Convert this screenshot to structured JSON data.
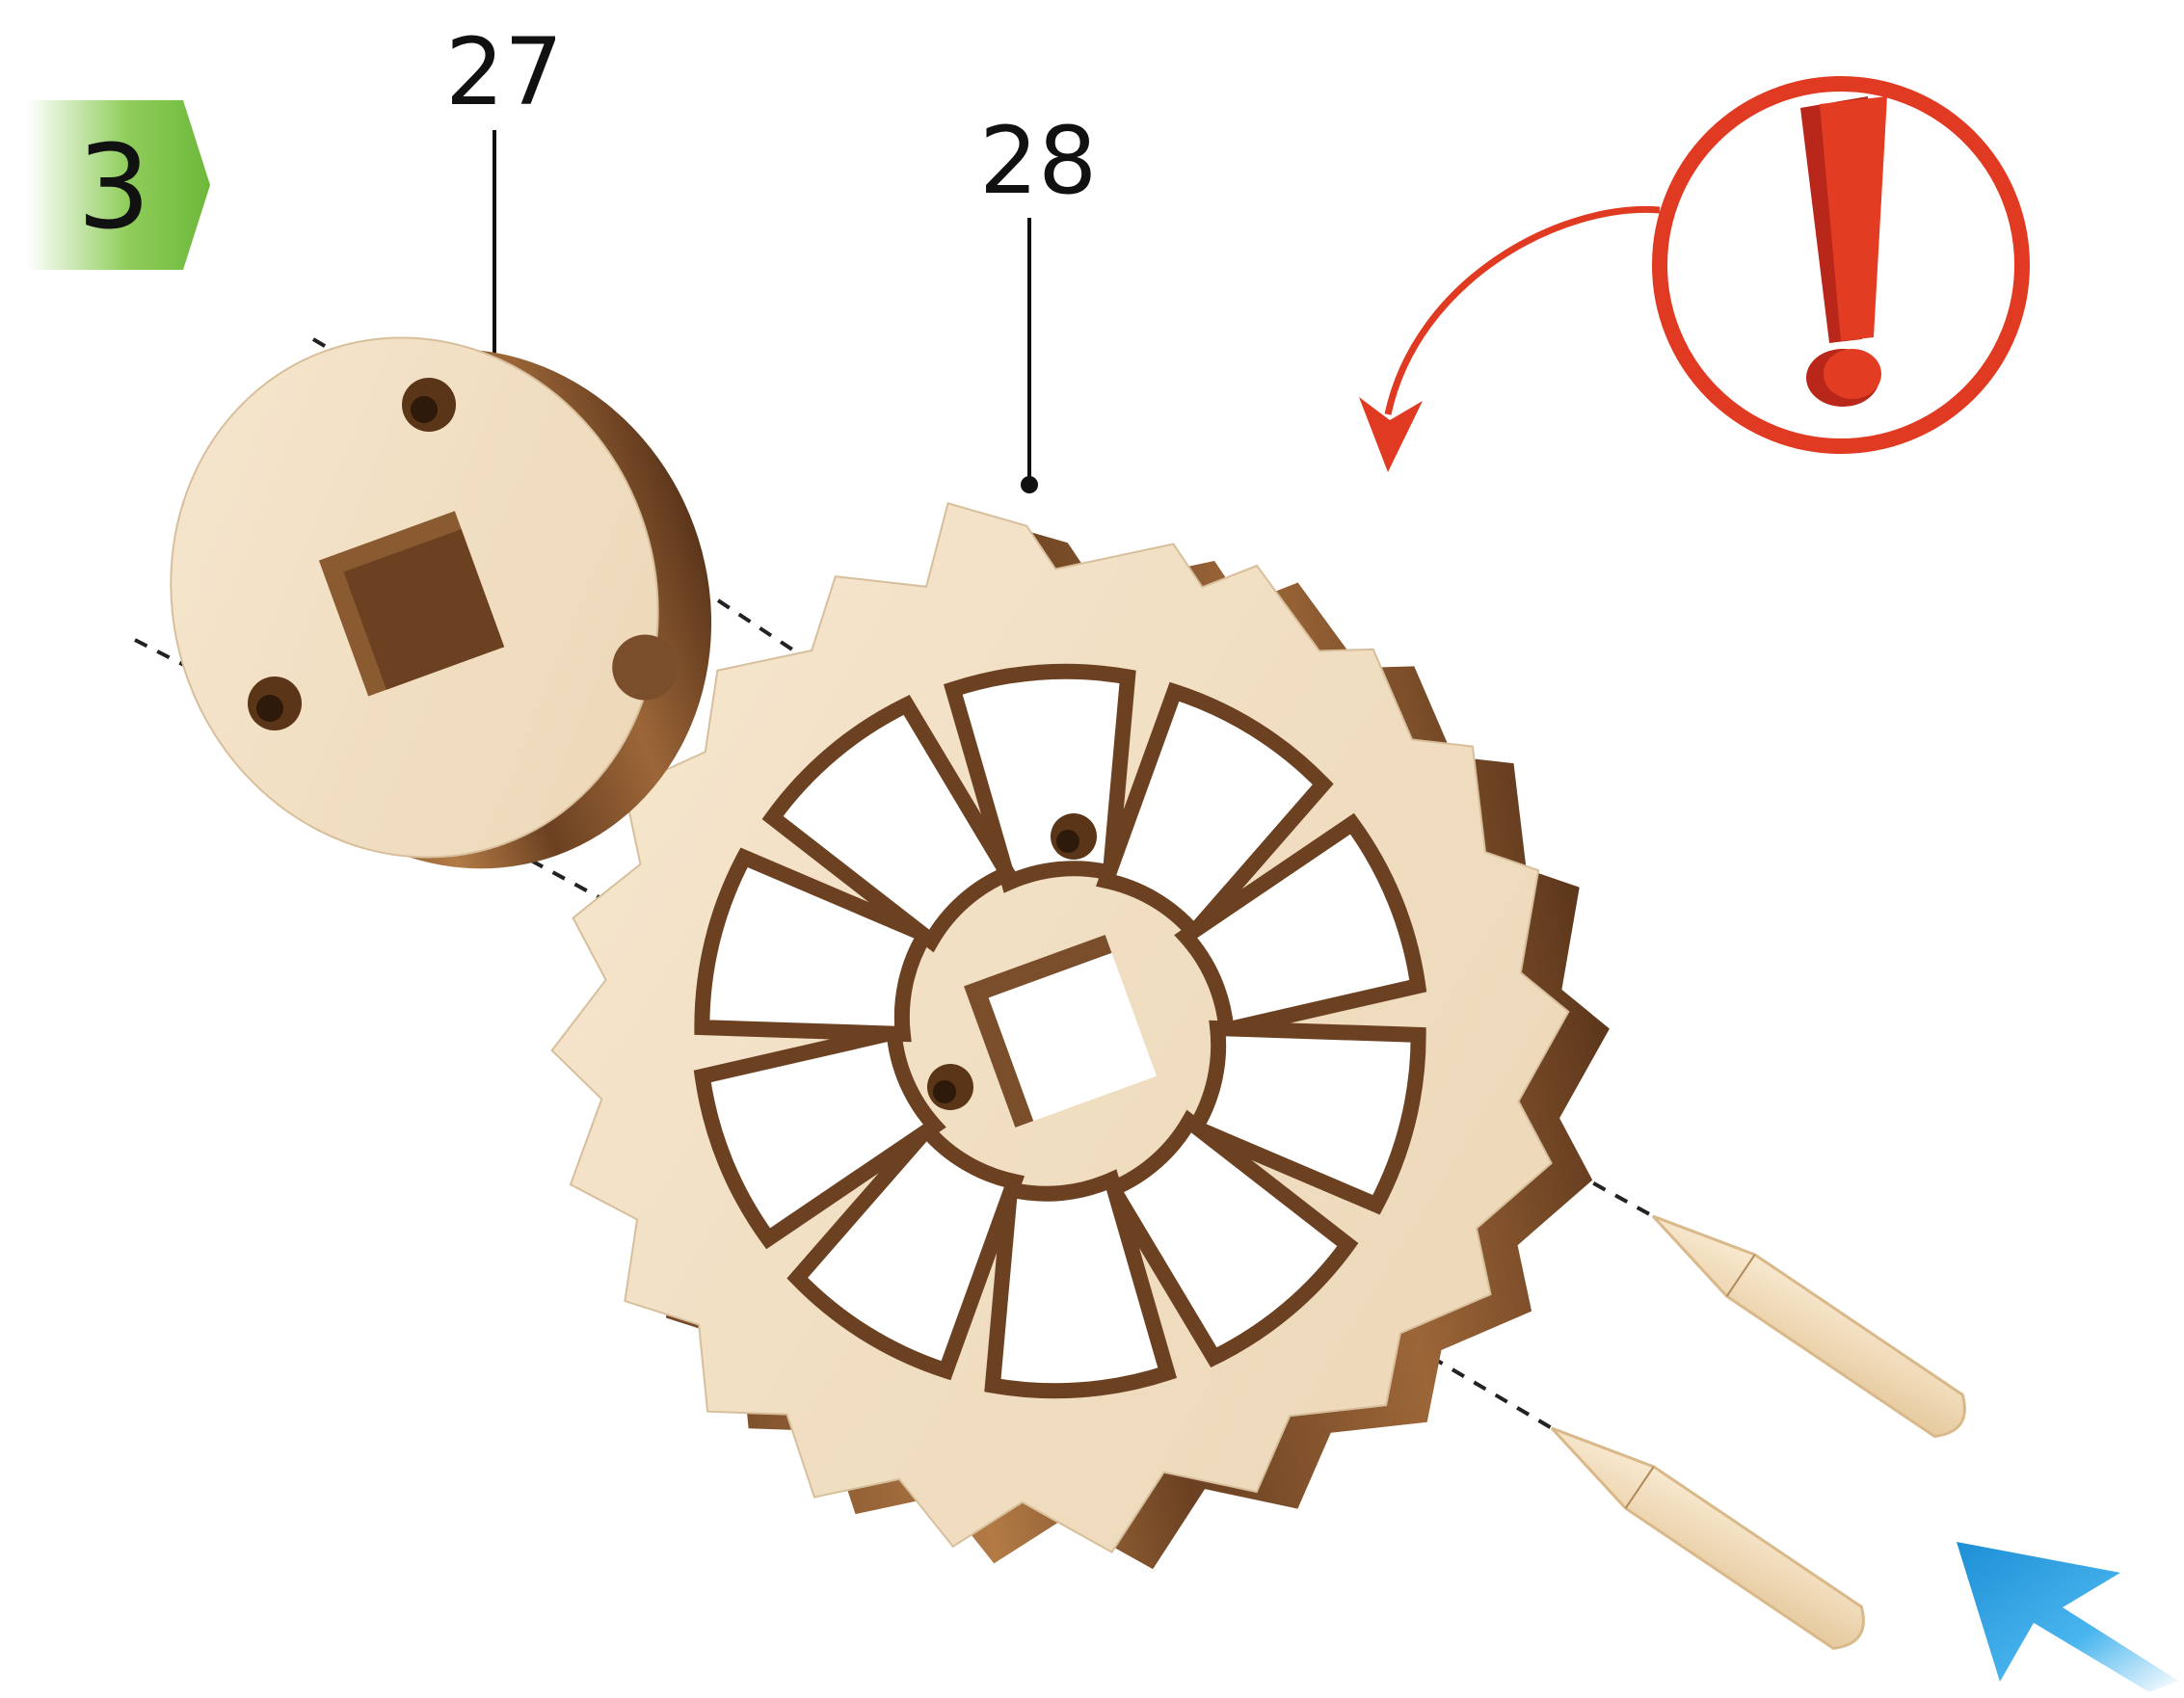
{
  "step": {
    "number": "3",
    "badge_color": "#7cc14a",
    "badge_fade_color": "#ffffff"
  },
  "parts": [
    {
      "number": "27",
      "name": "hub"
    },
    {
      "number": "28",
      "name": "wheel"
    }
  ],
  "warning": {
    "icon": "exclamation-icon",
    "ring_color": "#e03a22",
    "mark_color": "#e0331c"
  },
  "pins": {
    "count": 2,
    "color": "#f2dcb8"
  },
  "direction": {
    "icon": "arrow-icon",
    "color": "#2ba3e3"
  },
  "colors": {
    "plywood_face": "#f2dfc4",
    "plywood_edge": "#7a4e2a",
    "plywood_edge_light": "#b27a45",
    "guide_line": "#222222"
  }
}
